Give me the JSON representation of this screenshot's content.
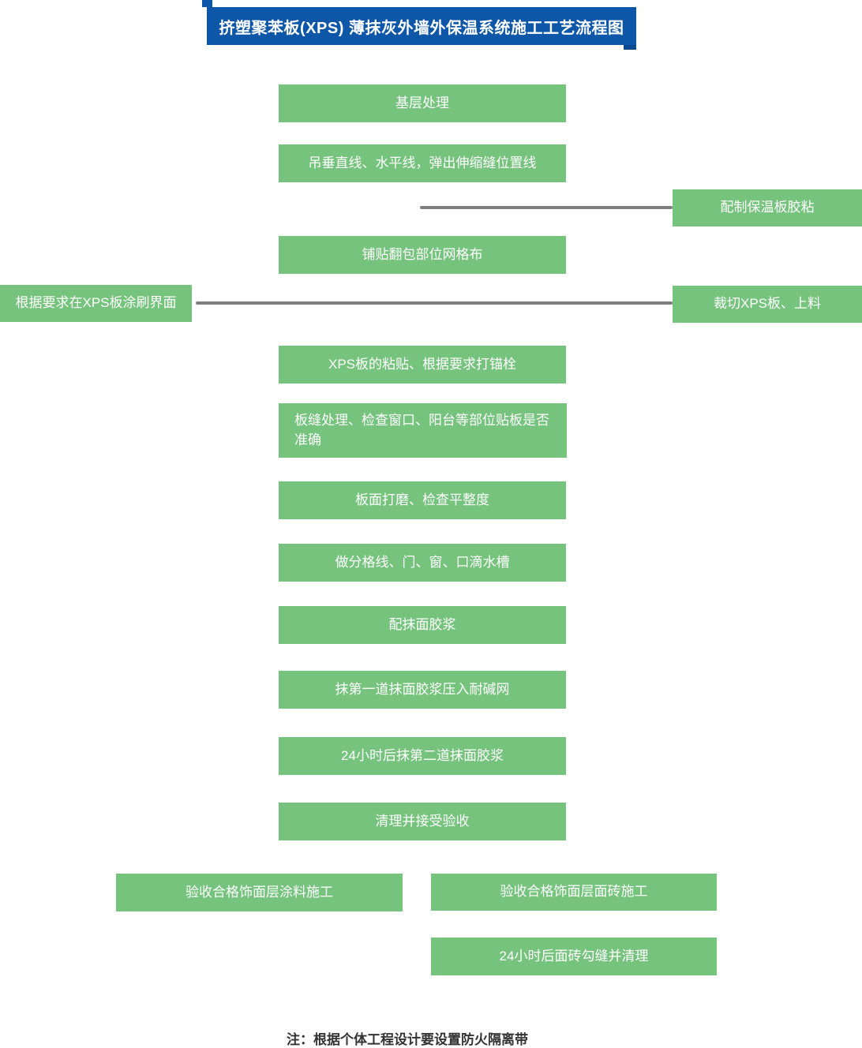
{
  "title": "挤塑聚苯板(XPS) 薄抹灰外墙外保温系统施工工艺流程图",
  "colors": {
    "accent_blue": "#0D56A8",
    "accent_blue_dark": "#0B4A90",
    "box_green": "#76C37E",
    "connector_gray": "#7F7F7F",
    "note_text": "#333333"
  },
  "flow": {
    "main_steps": [
      "基层处理",
      "吊垂直线、水平线，弹出伸缩缝位置线",
      "铺贴翻包部位网格布",
      "XPS板的粘贴、根据要求打锚栓",
      "板缝处理、检查窗口、阳台等部位贴板是否准确",
      "板面打磨、检查平整度",
      "做分格线、门、窗、口滴水槽",
      "配抹面胶浆",
      "抹第一道抹面胶浆压入耐碱网",
      "24小时后抹第二道抹面胶浆",
      "清理并接受验收"
    ],
    "side_steps": [
      "配制保温板胶粘",
      "根据要求在XPS板涂刷界面",
      "裁切XPS板、上料"
    ],
    "bottom_steps": [
      "验收合格饰面层涂料施工",
      "验收合格饰面层面砖施工",
      "24小时后面砖勾缝并清理"
    ]
  },
  "note": "注：根据个体工程设计要设置防火隔离带"
}
